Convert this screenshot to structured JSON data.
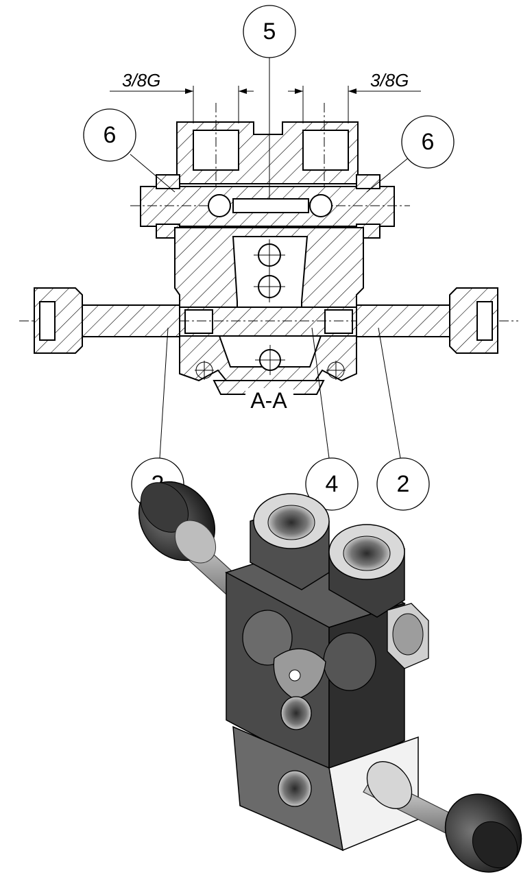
{
  "drawing": {
    "section_label": "A-A",
    "thread_left": "3/8G",
    "thread_right": "3/8G",
    "callouts": [
      "5",
      "6",
      "6",
      "2",
      "4",
      "2"
    ]
  },
  "render": {
    "description_none": ""
  }
}
